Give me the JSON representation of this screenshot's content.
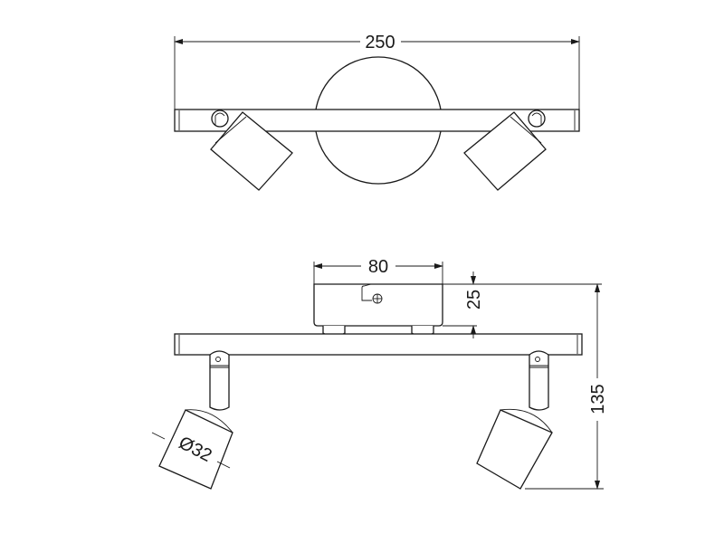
{
  "drawing": {
    "top_view": {
      "width_dimension": "250"
    },
    "front_view": {
      "base_width_dimension": "80",
      "base_height_dimension": "25",
      "total_height_dimension": "135",
      "spot_diameter_dimension": "Ø32"
    }
  }
}
